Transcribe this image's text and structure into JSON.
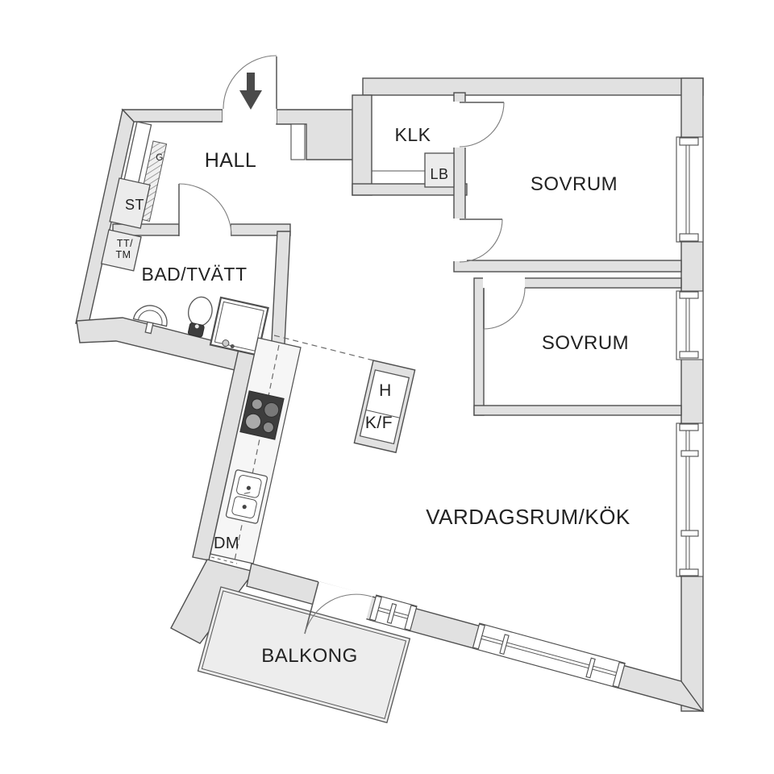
{
  "plan": {
    "type": "apartment-floor-plan",
    "language": "Swedish"
  },
  "colors": {
    "wall_fill": "#e1e1e1",
    "outline": "#4f4f4f",
    "fixture_fill": "#ececec",
    "dark_fixture": "#3d3d3d",
    "text": "#222222",
    "arrow": "#4a4a4a"
  },
  "rooms": {
    "hall": "HALL",
    "klk": "KLK",
    "sovrum1": "SOVRUM",
    "sovrum2": "SOVRUM",
    "bad": "BAD/TVÄTT",
    "vardagsrum": "VARDAGSRUM/KÖK",
    "balkong": "BALKONG"
  },
  "fixtures": {
    "st": "ST",
    "tt_line1": "TT/",
    "tt_line2": "TM",
    "g": "G",
    "lb": "LB",
    "h": "H",
    "kf": "K/F",
    "dm": "DM"
  }
}
